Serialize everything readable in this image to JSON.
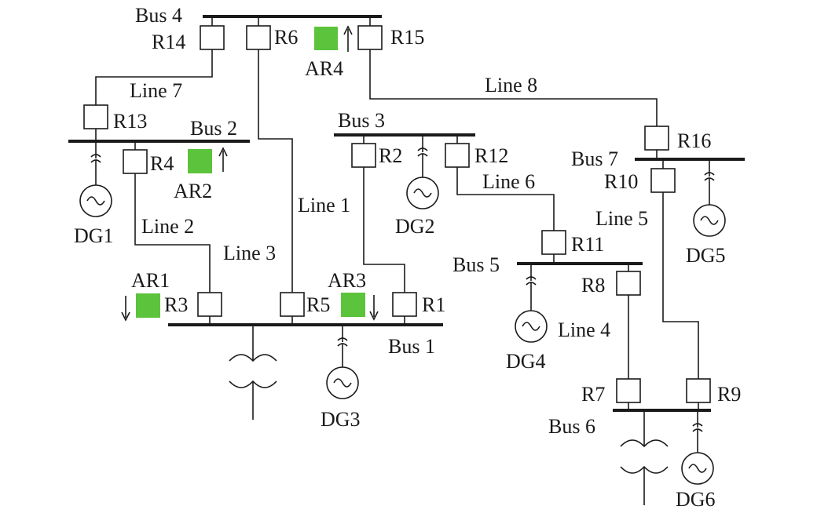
{
  "colors": {
    "line": "#1a1a1a",
    "auto_recloser": "#5cc33c",
    "background": "#ffffff"
  },
  "buses": {
    "bus1": "Bus 1",
    "bus2": "Bus 2",
    "bus3": "Bus 3",
    "bus4": "Bus 4",
    "bus5": "Bus 5",
    "bus6": "Bus 6",
    "bus7": "Bus 7"
  },
  "lines": {
    "line1": "Line 1",
    "line2": "Line 2",
    "line3": "Line 3",
    "line4": "Line 4",
    "line5": "Line 5",
    "line6": "Line 6",
    "line7": "Line 7",
    "line8": "Line 8"
  },
  "relays": {
    "r1": "R1",
    "r2": "R2",
    "r3": "R3",
    "r4": "R4",
    "r5": "R5",
    "r6": "R6",
    "r7": "R7",
    "r8": "R8",
    "r9": "R9",
    "r10": "R10",
    "r11": "R11",
    "r12": "R12",
    "r13": "R13",
    "r14": "R14",
    "r15": "R15",
    "r16": "R16"
  },
  "auto_reclosers": {
    "ar1": "AR1",
    "ar2": "AR2",
    "ar3": "AR3",
    "ar4": "AR4"
  },
  "generators": {
    "dg1": "DG1",
    "dg2": "DG2",
    "dg3": "DG3",
    "dg4": "DG4",
    "dg5": "DG5",
    "dg6": "DG6"
  },
  "icons": {
    "arrow_up": "arrow-up-icon",
    "arrow_down": "arrow-down-icon",
    "generator": "generator-icon",
    "transformer": "transformer-icon"
  }
}
